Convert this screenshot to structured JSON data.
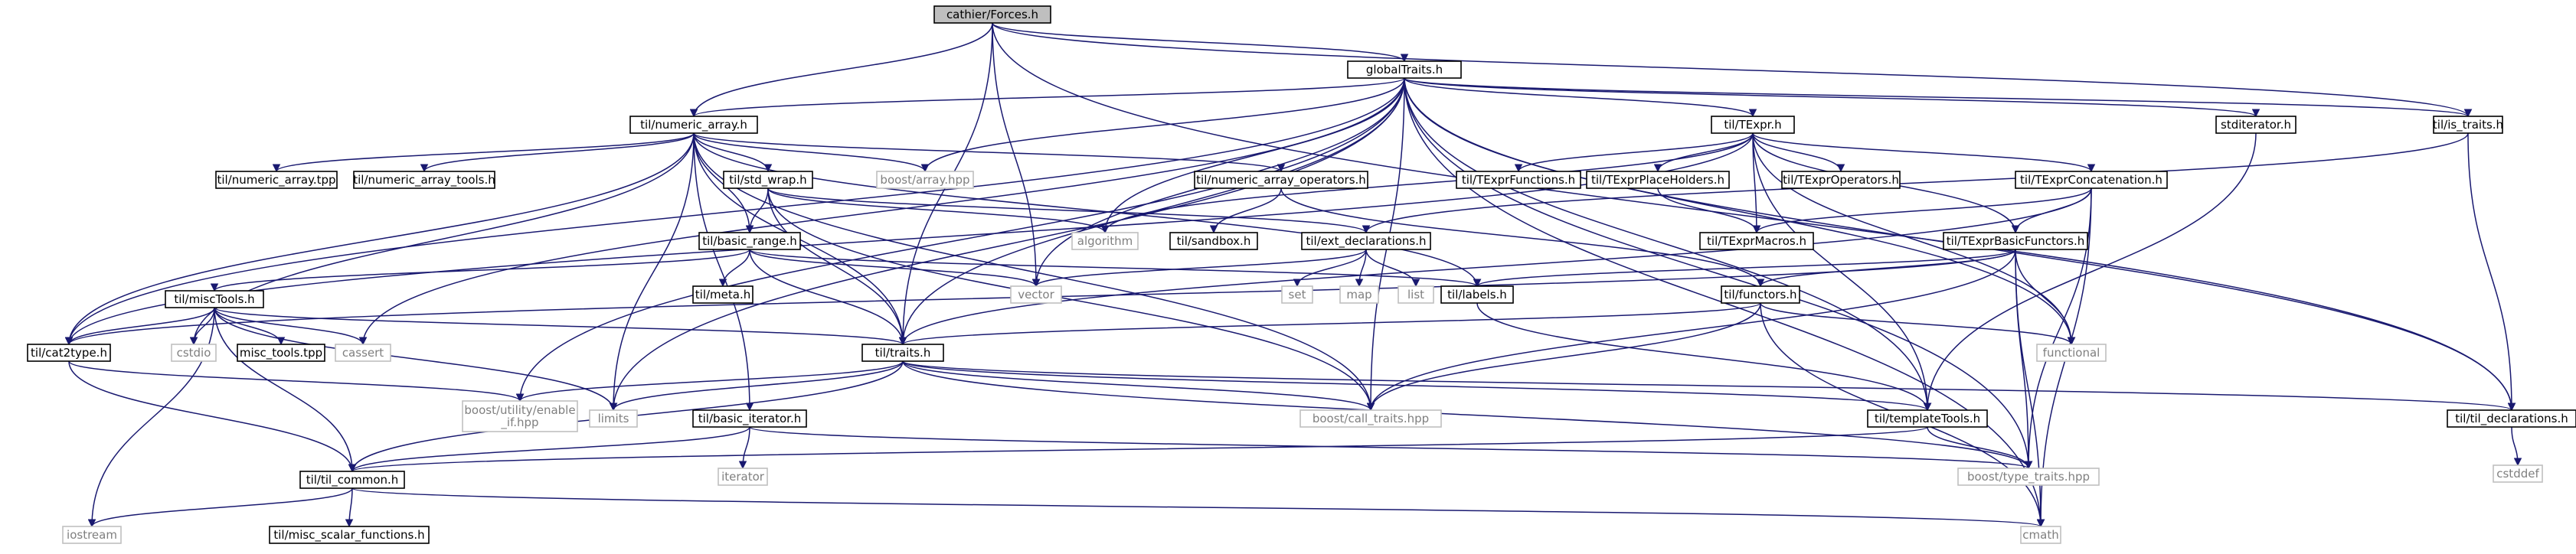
{
  "graph": {
    "colors": {
      "edge": "#191970",
      "root_fill": "#bfbfbf",
      "header_border": "#000000",
      "system_border": "#bfbfbf",
      "system_text": "#7f7f7f",
      "text": "#000000"
    },
    "nodes": [
      {
        "id": "forces",
        "label": "cathier/Forces.h",
        "kind": "root"
      },
      {
        "id": "globaltraits",
        "label": "globalTraits.h",
        "kind": "header"
      },
      {
        "id": "numeric_array",
        "label": "til/numeric_array.h",
        "kind": "header"
      },
      {
        "id": "texpr",
        "label": "til/TExpr.h",
        "kind": "header"
      },
      {
        "id": "stditerator",
        "label": "stditerator.h",
        "kind": "header"
      },
      {
        "id": "is_traits",
        "label": "til/is_traits.h",
        "kind": "header"
      },
      {
        "id": "na_tpp",
        "label": "til/numeric_array.tpp",
        "kind": "header"
      },
      {
        "id": "na_tools",
        "label": "til/numeric_array_tools.h",
        "kind": "header"
      },
      {
        "id": "boost_array",
        "label": "boost/array.hpp",
        "kind": "system"
      },
      {
        "id": "na_ops",
        "label": "til/numeric_array_operators.h",
        "kind": "header"
      },
      {
        "id": "texpr_functions",
        "label": "til/TExprFunctions.h",
        "kind": "header"
      },
      {
        "id": "texpr_placeholders",
        "label": "til/TExprPlaceHolders.h",
        "kind": "header"
      },
      {
        "id": "texpr_operators",
        "label": "til/TExprOperators.h",
        "kind": "header"
      },
      {
        "id": "texpr_concat",
        "label": "til/TExprConcatenation.h",
        "kind": "header"
      },
      {
        "id": "std_wrap",
        "label": "til/std_wrap.h",
        "kind": "header"
      },
      {
        "id": "algorithm",
        "label": "algorithm",
        "kind": "system"
      },
      {
        "id": "sandbox",
        "label": "til/sandbox.h",
        "kind": "header"
      },
      {
        "id": "ext_decl",
        "label": "til/ext_declarations.h",
        "kind": "header"
      },
      {
        "id": "texpr_macros",
        "label": "til/TExprMacros.h",
        "kind": "header"
      },
      {
        "id": "texpr_basic",
        "label": "til/TExprBasicFunctors.h",
        "kind": "header"
      },
      {
        "id": "basic_range",
        "label": "til/basic_range.h",
        "kind": "header"
      },
      {
        "id": "meta",
        "label": "til/meta.h",
        "kind": "header"
      },
      {
        "id": "vector",
        "label": "vector",
        "kind": "system"
      },
      {
        "id": "set",
        "label": "set",
        "kind": "system"
      },
      {
        "id": "map",
        "label": "map",
        "kind": "system"
      },
      {
        "id": "list",
        "label": "list",
        "kind": "system"
      },
      {
        "id": "labels",
        "label": "til/labels.h",
        "kind": "header"
      },
      {
        "id": "functors",
        "label": "til/functors.h",
        "kind": "header"
      },
      {
        "id": "misctools",
        "label": "til/miscTools.h",
        "kind": "header"
      },
      {
        "id": "cat2type",
        "label": "til/cat2type.h",
        "kind": "header"
      },
      {
        "id": "cstdio",
        "label": "cstdio",
        "kind": "system"
      },
      {
        "id": "misc_tools_tpp",
        "label": "misc_tools.tpp",
        "kind": "header"
      },
      {
        "id": "cassert",
        "label": "cassert",
        "kind": "system"
      },
      {
        "id": "traits",
        "label": "til/traits.h",
        "kind": "header"
      },
      {
        "id": "functional",
        "label": "functional",
        "kind": "system"
      },
      {
        "id": "boost_enable_if",
        "label": "boost/utility/enable\n_if.hpp",
        "kind": "system"
      },
      {
        "id": "limits",
        "label": "limits",
        "kind": "system"
      },
      {
        "id": "boost_call_traits",
        "label": "boost/call_traits.hpp",
        "kind": "system"
      },
      {
        "id": "basic_iterator",
        "label": "til/basic_iterator.h",
        "kind": "header"
      },
      {
        "id": "template_tools",
        "label": "til/templateTools.h",
        "kind": "header"
      },
      {
        "id": "til_decl",
        "label": "til/til_declarations.h",
        "kind": "header"
      },
      {
        "id": "cstddef",
        "label": "cstddef",
        "kind": "system"
      },
      {
        "id": "til_common",
        "label": "til/til_common.h",
        "kind": "header"
      },
      {
        "id": "iterator",
        "label": "iterator",
        "kind": "system"
      },
      {
        "id": "boost_type_traits",
        "label": "boost/type_traits.hpp",
        "kind": "system"
      },
      {
        "id": "iostream",
        "label": "iostream",
        "kind": "system"
      },
      {
        "id": "misc_scalar",
        "label": "til/misc_scalar_functions.h",
        "kind": "header"
      },
      {
        "id": "cmath",
        "label": "cmath",
        "kind": "system"
      }
    ],
    "edges": [
      [
        "forces",
        "globaltraits"
      ],
      [
        "forces",
        "numeric_array"
      ],
      [
        "forces",
        "vector"
      ],
      [
        "forces",
        "traits"
      ],
      [
        "forces",
        "is_traits"
      ],
      [
        "forces",
        "til_decl"
      ],
      [
        "globaltraits",
        "numeric_array"
      ],
      [
        "globaltraits",
        "texpr"
      ],
      [
        "globaltraits",
        "stditerator"
      ],
      [
        "globaltraits",
        "is_traits"
      ],
      [
        "globaltraits",
        "boost_array"
      ],
      [
        "globaltraits",
        "algorithm"
      ],
      [
        "globaltraits",
        "vector"
      ],
      [
        "globaltraits",
        "traits"
      ],
      [
        "globaltraits",
        "cat2type"
      ],
      [
        "globaltraits",
        "cassert"
      ],
      [
        "globaltraits",
        "limits"
      ],
      [
        "globaltraits",
        "boost_enable_if"
      ],
      [
        "globaltraits",
        "boost_call_traits"
      ],
      [
        "globaltraits",
        "functional"
      ],
      [
        "globaltraits",
        "template_tools"
      ],
      [
        "globaltraits",
        "til_decl"
      ],
      [
        "globaltraits",
        "boost_type_traits"
      ],
      [
        "globaltraits",
        "cmath"
      ],
      [
        "numeric_array",
        "na_tpp"
      ],
      [
        "numeric_array",
        "na_tools"
      ],
      [
        "numeric_array",
        "boost_array"
      ],
      [
        "numeric_array",
        "na_ops"
      ],
      [
        "numeric_array",
        "std_wrap"
      ],
      [
        "numeric_array",
        "basic_range"
      ],
      [
        "numeric_array",
        "labels"
      ],
      [
        "numeric_array",
        "traits"
      ],
      [
        "numeric_array",
        "basic_iterator"
      ],
      [
        "numeric_array",
        "boost_call_traits"
      ],
      [
        "numeric_array",
        "cat2type"
      ],
      [
        "numeric_array",
        "limits"
      ],
      [
        "numeric_array",
        "cstdio"
      ],
      [
        "texpr",
        "texpr_functions"
      ],
      [
        "texpr",
        "texpr_placeholders"
      ],
      [
        "texpr",
        "texpr_operators"
      ],
      [
        "texpr",
        "texpr_concat"
      ],
      [
        "texpr",
        "texpr_macros"
      ],
      [
        "texpr",
        "texpr_basic"
      ],
      [
        "texpr",
        "algorithm"
      ],
      [
        "texpr",
        "functional"
      ],
      [
        "texpr",
        "template_tools"
      ],
      [
        "texpr",
        "cat2type"
      ],
      [
        "stditerator",
        "template_tools"
      ],
      [
        "is_traits",
        "til_decl"
      ],
      [
        "is_traits",
        "ext_decl"
      ],
      [
        "na_ops",
        "sandbox"
      ],
      [
        "na_ops",
        "functors"
      ],
      [
        "texpr_placeholders",
        "texpr_macros"
      ],
      [
        "texpr_concat",
        "texpr_macros"
      ],
      [
        "texpr_concat",
        "texpr_basic"
      ],
      [
        "texpr_concat",
        "boost_type_traits"
      ],
      [
        "texpr_concat",
        "cmath"
      ],
      [
        "texpr_concat",
        "traits"
      ],
      [
        "std_wrap",
        "algorithm"
      ],
      [
        "std_wrap",
        "basic_range"
      ],
      [
        "std_wrap",
        "traits"
      ],
      [
        "std_wrap",
        "ext_decl"
      ],
      [
        "std_wrap",
        "boost_call_traits"
      ],
      [
        "ext_decl",
        "vector"
      ],
      [
        "ext_decl",
        "set"
      ],
      [
        "ext_decl",
        "map"
      ],
      [
        "ext_decl",
        "list"
      ],
      [
        "texpr_basic",
        "labels"
      ],
      [
        "texpr_basic",
        "functors"
      ],
      [
        "texpr_basic",
        "functional"
      ],
      [
        "texpr_basic",
        "boost_type_traits"
      ],
      [
        "texpr_basic",
        "cmath"
      ],
      [
        "texpr_basic",
        "boost_call_traits"
      ],
      [
        "texpr_basic",
        "cat2type"
      ],
      [
        "basic_range",
        "meta"
      ],
      [
        "basic_range",
        "misctools"
      ],
      [
        "basic_range",
        "vector"
      ],
      [
        "basic_range",
        "traits"
      ],
      [
        "basic_range",
        "labels"
      ],
      [
        "labels",
        "template_tools"
      ],
      [
        "functors",
        "functional"
      ],
      [
        "functors",
        "traits"
      ],
      [
        "functors",
        "boost_call_traits"
      ],
      [
        "functors",
        "cmath"
      ],
      [
        "misctools",
        "cat2type"
      ],
      [
        "misctools",
        "cstdio"
      ],
      [
        "misctools",
        "misc_tools_tpp"
      ],
      [
        "misctools",
        "cassert"
      ],
      [
        "misctools",
        "traits"
      ],
      [
        "misctools",
        "limits"
      ],
      [
        "misctools",
        "iostream"
      ],
      [
        "misctools",
        "til_common"
      ],
      [
        "cat2type",
        "boost_enable_if"
      ],
      [
        "cat2type",
        "til_common"
      ],
      [
        "traits",
        "boost_enable_if"
      ],
      [
        "traits",
        "limits"
      ],
      [
        "traits",
        "boost_call_traits"
      ],
      [
        "traits",
        "template_tools"
      ],
      [
        "traits",
        "til_decl"
      ],
      [
        "traits",
        "til_common"
      ],
      [
        "traits",
        "boost_type_traits"
      ],
      [
        "basic_iterator",
        "iterator"
      ],
      [
        "basic_iterator",
        "til_common"
      ],
      [
        "basic_iterator",
        "boost_type_traits"
      ],
      [
        "template_tools",
        "boost_type_traits"
      ],
      [
        "template_tools",
        "til_common"
      ],
      [
        "til_decl",
        "cstddef"
      ],
      [
        "til_common",
        "iostream"
      ],
      [
        "til_common",
        "misc_scalar"
      ],
      [
        "til_common",
        "cmath"
      ]
    ]
  }
}
